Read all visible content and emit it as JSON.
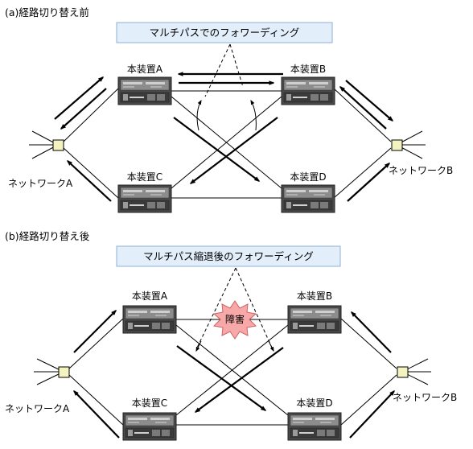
{
  "sections": {
    "a": {
      "title": "(a)経路切り替え前",
      "callout": "マルチパスでのフォワーディング",
      "device_a": "本装置A",
      "device_b": "本装置B",
      "device_c": "本装置C",
      "device_d": "本装置D",
      "network_a": "ネットワークA",
      "network_b": "ネットワークB"
    },
    "b": {
      "title": "(b)経路切り替え後",
      "callout": "マルチパス縮退後のフォワーディング",
      "fault": "障害",
      "device_a": "本装置A",
      "device_b": "本装置B",
      "device_c": "本装置C",
      "device_d": "本装置D",
      "network_a": "ネットワークA",
      "network_b": "ネットワークB"
    }
  },
  "colors": {
    "callout_fill": "#e3eefb",
    "callout_border": "#8fb0d6",
    "node_fill": "#f4f3c0",
    "fault_fill": "#f7a8a8",
    "fault_border": "#d06060",
    "device_body": "#5a5a5a"
  }
}
